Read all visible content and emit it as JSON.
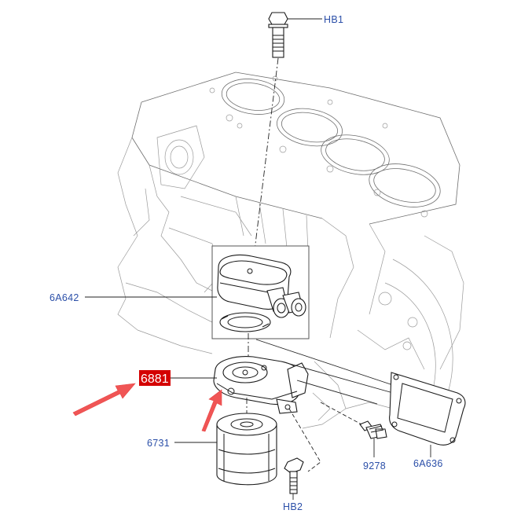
{
  "callouts": {
    "hb1": "HB1",
    "p6a642": "6A642",
    "p6881": "6881",
    "p6731": "6731",
    "p9278": "9278",
    "p6a636": "6A636",
    "hb2": "HB2"
  },
  "colors": {
    "callout_text": "#2b4fa8",
    "highlight_box": "#d40000",
    "arrow": "#f05555",
    "line_art": "#1a1a1a",
    "engine_block": "#9a9a9a"
  },
  "icons": [
    "bolt-icon",
    "oil-cooler-icon",
    "gasket-icon",
    "oil-filter-adapter-icon",
    "oil-filter-icon",
    "sensor-icon",
    "pointer-arrow-icon"
  ]
}
